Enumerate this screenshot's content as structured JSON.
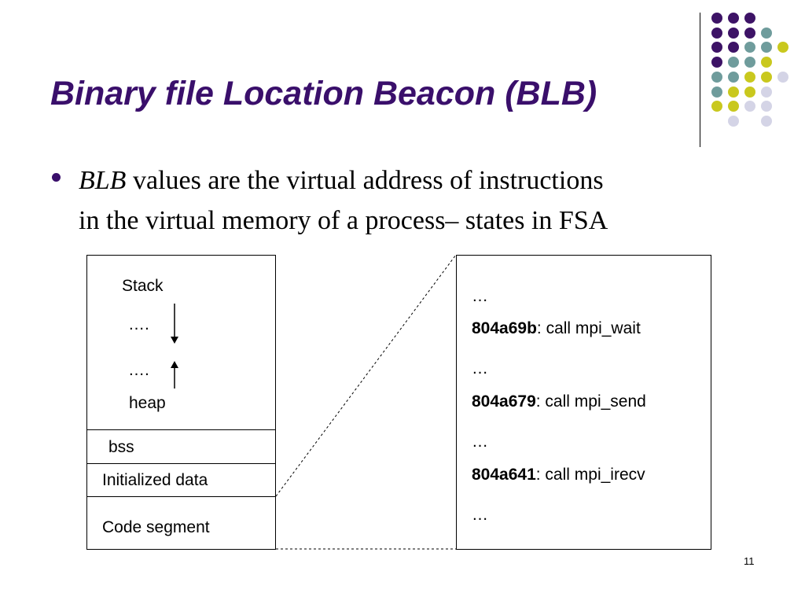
{
  "slide": {
    "title": "Binary file Location Beacon (BLB)",
    "bullet": {
      "italic_term": "BLB",
      "line1_rest": " values are the virtual address of instructions",
      "line2": "in the virtual memory of a process– states in FSA"
    },
    "memory_layout": {
      "stack_label": "Stack",
      "ellipsis_down": "….",
      "ellipsis_up": "….",
      "heap_label": "heap",
      "bss_label": "bss",
      "initialized_data_label": "Initialized data",
      "code_segment_label": "Code segment"
    },
    "code_listing": [
      {
        "text": "…"
      },
      {
        "address": "804a69b",
        "instruction": ": call mpi_wait"
      },
      {
        "text": "…"
      },
      {
        "address": "804a679",
        "instruction": ": call mpi_send"
      },
      {
        "text": "…"
      },
      {
        "address": "804a641",
        "instruction": ": call mpi_irecv"
      },
      {
        "text": "…"
      }
    ],
    "page_number": "11"
  },
  "colors": {
    "title": "#3a0f6b",
    "dot_purple": "#3d1366",
    "dot_teal": "#6f9c9c",
    "dot_yellow": "#c9c81e",
    "dot_lavender": "#d4d4e6"
  },
  "decoration_dot_grid": [
    [
      "purple",
      "purple",
      "purple",
      null,
      null
    ],
    [
      "purple",
      "purple",
      "purple",
      "teal",
      null
    ],
    [
      "purple",
      "purple",
      "teal",
      "teal",
      "yellow"
    ],
    [
      "purple",
      "teal",
      "teal",
      "yellow",
      null
    ],
    [
      "teal",
      "teal",
      "yellow",
      "yellow",
      "lavender"
    ],
    [
      "teal",
      "yellow",
      "yellow",
      "lavender",
      null
    ],
    [
      "yellow",
      "yellow",
      "lavender",
      "lavender",
      null
    ],
    [
      null,
      "lavender",
      null,
      "lavender",
      null
    ]
  ]
}
